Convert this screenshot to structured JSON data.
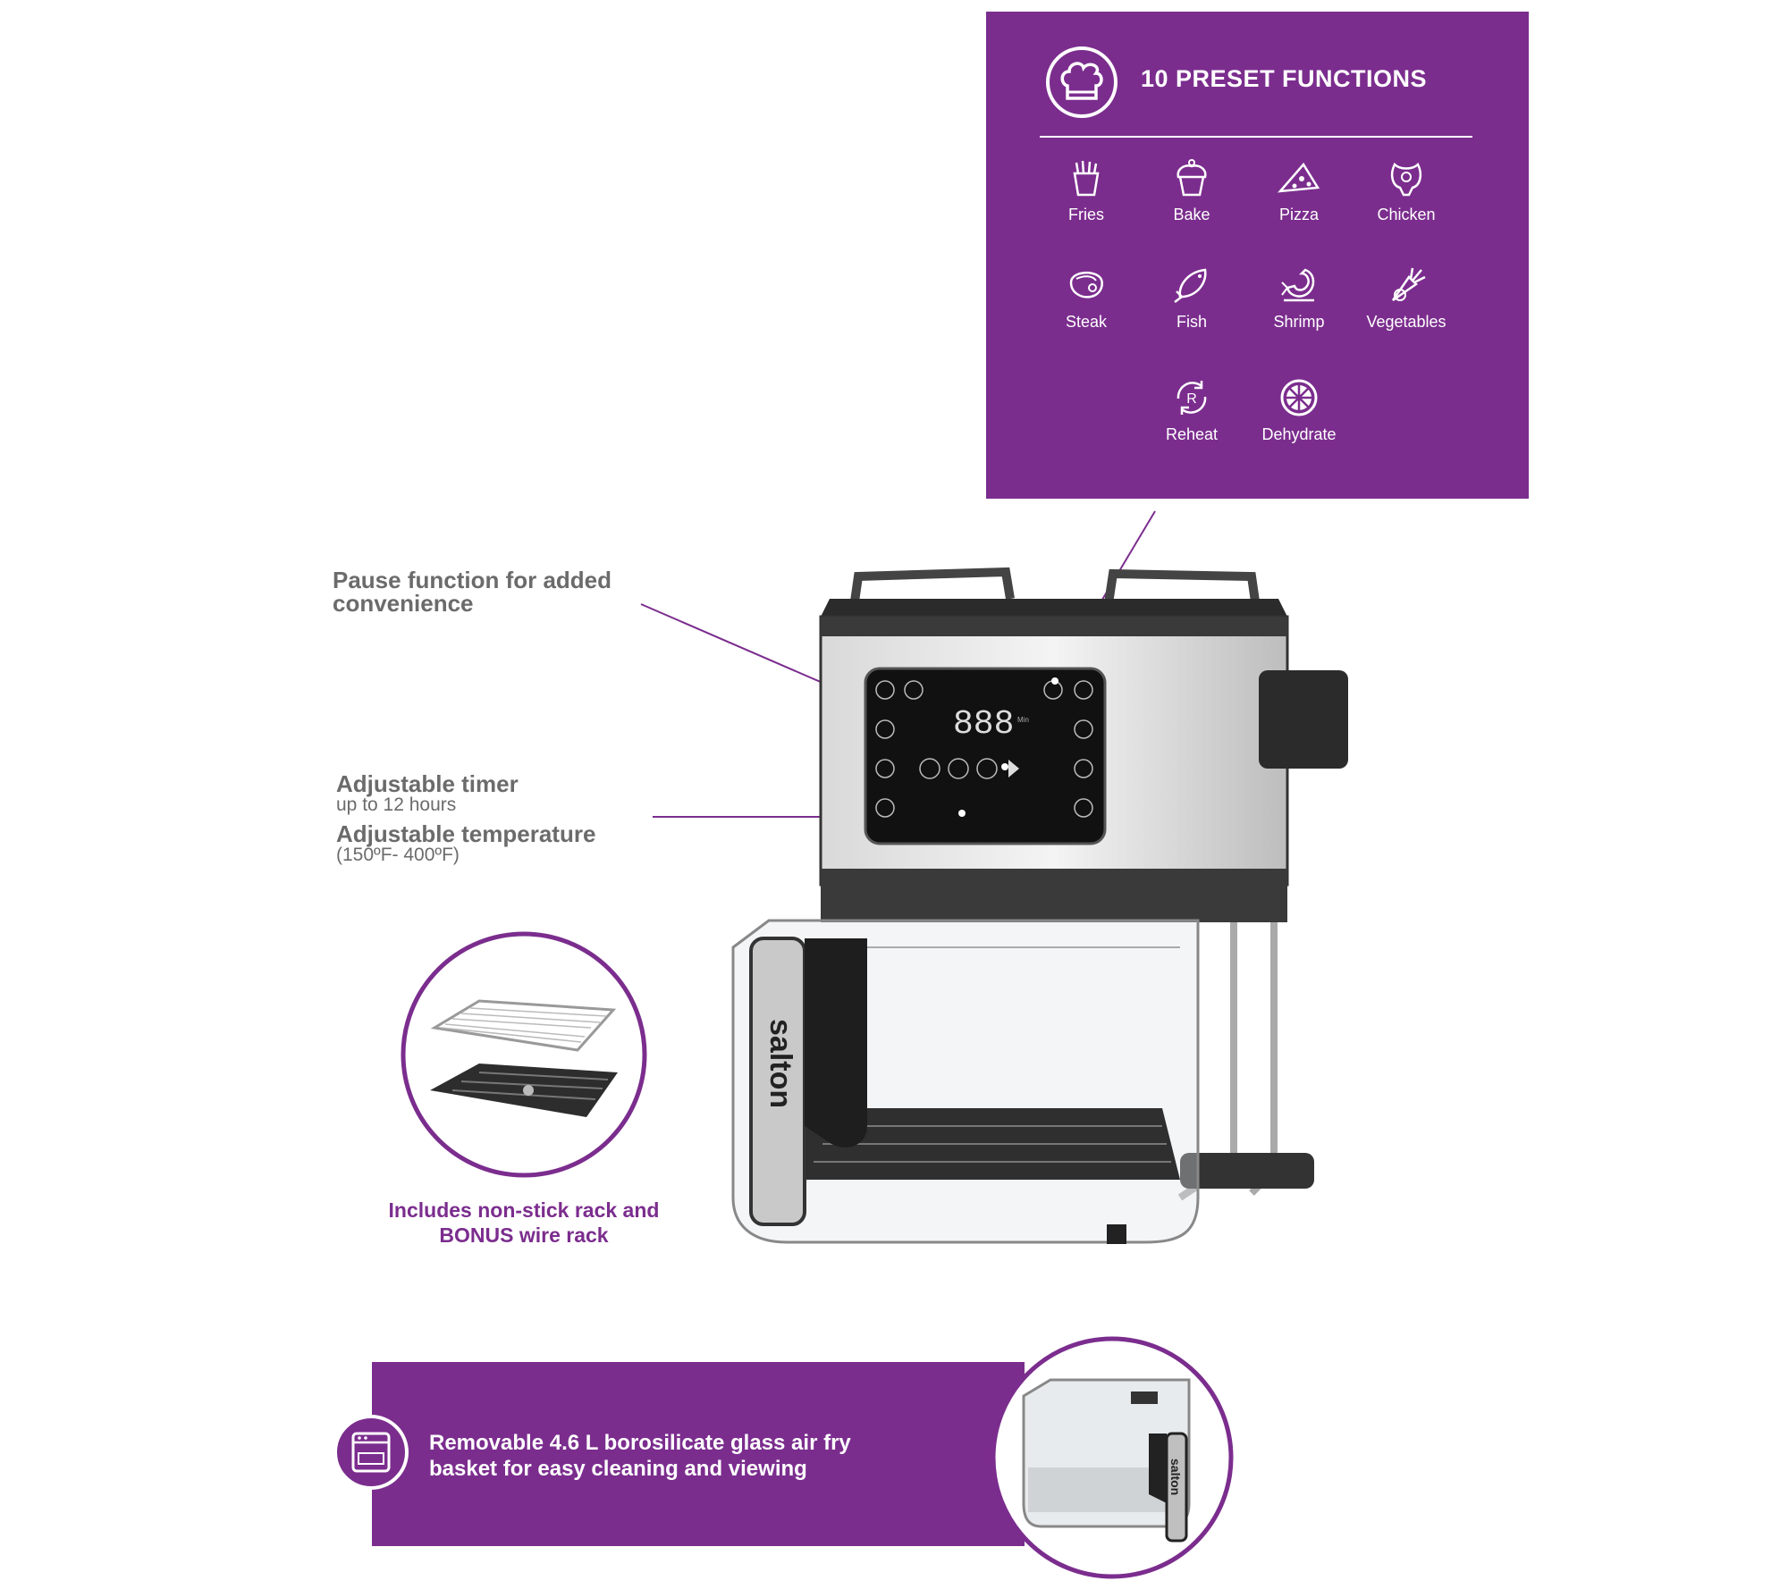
{
  "preset": {
    "title": "10 PRESET FUNCTIONS",
    "icon": "chef-hat-icon",
    "functions": [
      {
        "label": "Fries",
        "icon": "fries-icon"
      },
      {
        "label": "Bake",
        "icon": "cupcake-icon"
      },
      {
        "label": "Pizza",
        "icon": "pizza-icon"
      },
      {
        "label": "Chicken",
        "icon": "chicken-icon"
      },
      {
        "label": "Steak",
        "icon": "steak-icon"
      },
      {
        "label": "Fish",
        "icon": "fish-icon"
      },
      {
        "label": "Shrimp",
        "icon": "shrimp-icon"
      },
      {
        "label": "Vegetables",
        "icon": "vegetables-icon"
      },
      {
        "label": "Reheat",
        "icon": "reheat-icon"
      },
      {
        "label": "Dehydrate",
        "icon": "dehydrate-icon"
      }
    ]
  },
  "callouts": {
    "pause_line1": "Pause function for added",
    "pause_line2": "convenience",
    "timer_title": "Adjustable timer",
    "timer_sub": "up to 12 hours",
    "temp_title": "Adjustable temperature",
    "temp_sub": "(150ºF- 400ºF)"
  },
  "display": {
    "digits": "888",
    "unit": "Min"
  },
  "brand": "salton",
  "rack": {
    "line1": "Includes non-stick rack and",
    "line2": "BONUS wire rack"
  },
  "banner": {
    "line1": "Removable 4.6 L borosilicate glass air fry",
    "line2": "basket for easy cleaning and viewing",
    "icon": "dishwasher-icon"
  },
  "colors": {
    "brand_purple": "#7b2d8e",
    "callout_gray": "#6b6b6b"
  }
}
